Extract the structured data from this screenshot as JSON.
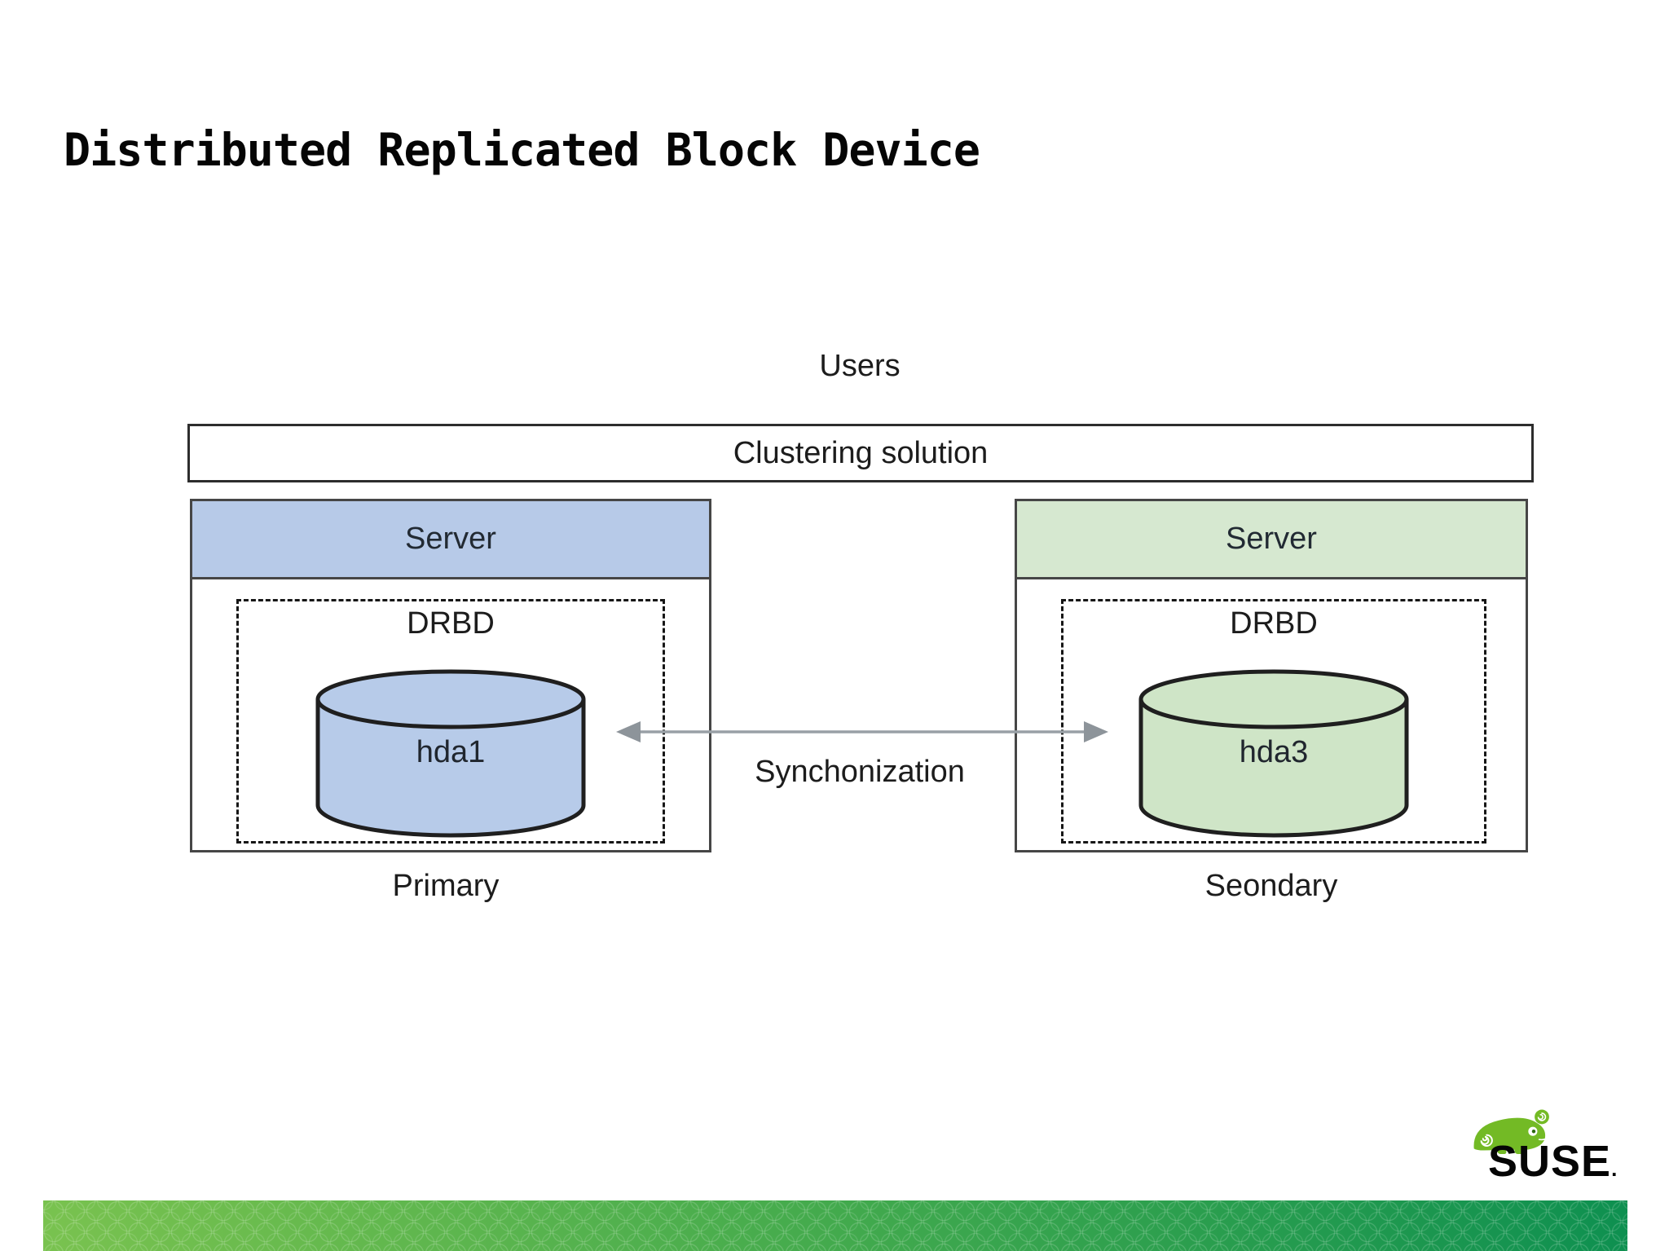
{
  "slide": {
    "title": "Distributed Replicated Block Device"
  },
  "diagram": {
    "users_label": "Users",
    "clustering_label": "Clustering solution",
    "sync_label": "Synchonization",
    "arrow_color": "#99a0a6",
    "primary": {
      "server_label": "Server",
      "drbd_label": "DRBD",
      "disk_label": "hda1",
      "role_label": "Primary",
      "header_color": "#b7cae8",
      "disk_color": "#b7cbe9"
    },
    "secondary": {
      "server_label": "Server",
      "drbd_label": "DRBD",
      "disk_label": "hda3",
      "role_label": "Seondary",
      "header_color": "#d6e8d0",
      "disk_color": "#cfe5c7"
    }
  },
  "footer": {
    "brand": "SUSE",
    "brand_tm": ".",
    "brand_color": "#73ba25",
    "bar_gradient_left": "#79c24f",
    "bar_gradient_right": "#0e9050"
  }
}
